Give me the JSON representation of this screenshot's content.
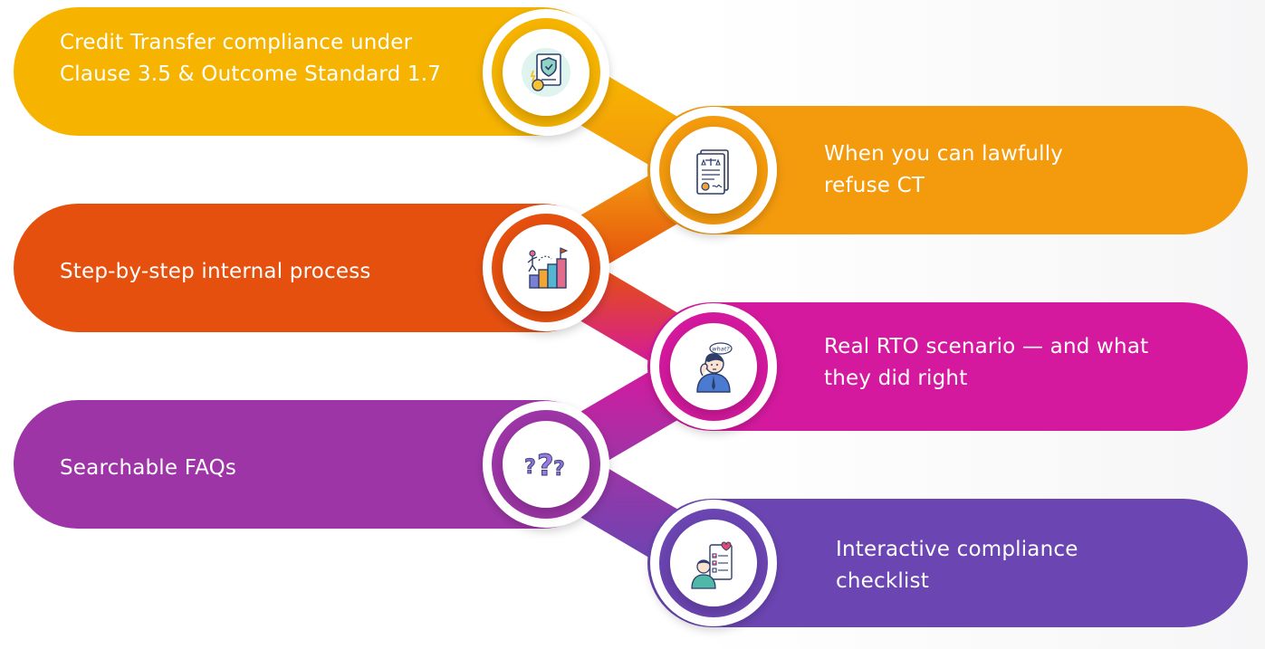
{
  "items": [
    {
      "label": "Credit Transfer compliance under Clause 3.5 & Outcome Standard 1.7",
      "color": "#F6B400",
      "icon": "shield-certificate-icon"
    },
    {
      "label": "When you can lawfully refuse CT",
      "color": "#F49A0D",
      "icon": "legal-document-icon"
    },
    {
      "label": "Step-by-step internal process",
      "color": "#E5500F",
      "icon": "progress-steps-icon"
    },
    {
      "label": "Real RTO scenario — and what they did right",
      "color": "#D4199E",
      "icon": "confused-person-icon"
    },
    {
      "label": "Searchable FAQs",
      "color": "#9D35A7",
      "icon": "question-marks-icon"
    },
    {
      "label": "Interactive compliance checklist",
      "color": "#6B45B2",
      "icon": "checklist-person-icon"
    }
  ],
  "icon_badge_text": "what?"
}
